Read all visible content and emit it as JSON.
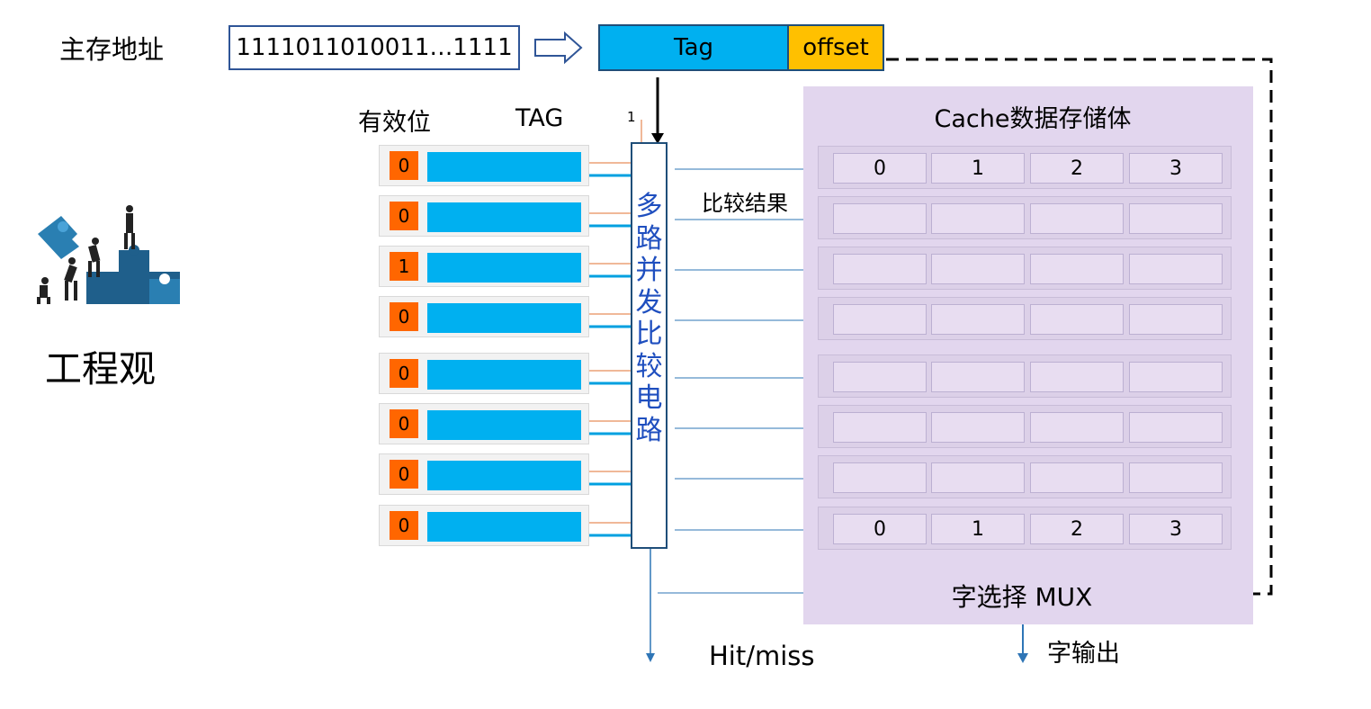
{
  "address_label": "主存地址",
  "address_value": "1111011010011…1111",
  "fields": {
    "tag": "Tag",
    "offset": "offset"
  },
  "headers": {
    "valid": "有效位",
    "tag": "TAG"
  },
  "comparator_input_label": "1",
  "tag_rows": [
    {
      "valid": "0"
    },
    {
      "valid": "0"
    },
    {
      "valid": "1"
    },
    {
      "valid": "0"
    },
    {
      "valid": "0"
    },
    {
      "valid": "0"
    },
    {
      "valid": "0"
    },
    {
      "valid": "0"
    }
  ],
  "comparator_label": "多\n路\n并\n发\n比\n较\n电\n路",
  "compare_result_label": "比较结果",
  "cache": {
    "title": "Cache数据存储体",
    "first_line_words": [
      "0",
      "1",
      "2",
      "3"
    ],
    "last_line_words": [
      "0",
      "1",
      "2",
      "3"
    ]
  },
  "mux_label": "字选择 MUX",
  "hit_miss_label": "Hit/miss",
  "word_output_label": "字输出",
  "section_title": "工程观",
  "colors": {
    "tag_blue": "#00b0f0",
    "offset_yellow": "#ffc000",
    "valid_orange": "#ff6600",
    "cache_purple": "#e2d6ee",
    "mux_gold": "#e0a020",
    "comparator_text": "#1f4fbf"
  },
  "icons": {
    "puzzle_team": "puzzle-team-icon",
    "arrow": "hollow-arrow-icon"
  }
}
